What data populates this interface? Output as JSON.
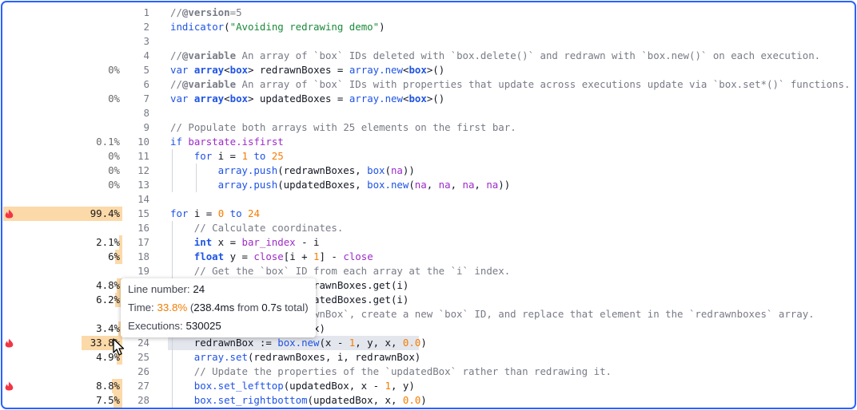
{
  "colors": {
    "frame_border": "#2962ff",
    "heat_bar": "#fcd9a8",
    "flame": "#f23645",
    "time_highlight": "#f57c00"
  },
  "icons": {
    "flame": "flame-icon",
    "cursor": "mouse-pointer-icon"
  },
  "lines": [
    {
      "n": "1",
      "pct": "",
      "indent": 0,
      "code": [
        [
          "cmt",
          "//"
        ],
        [
          "cmtb",
          "@version"
        ],
        [
          "cmt",
          "=5"
        ]
      ]
    },
    {
      "n": "2",
      "pct": "",
      "indent": 0,
      "code": [
        [
          "fn",
          "indicator"
        ],
        [
          "",
          "("
        ],
        [
          "str",
          "\"Avoiding redrawing demo\""
        ],
        [
          "",
          ")"
        ]
      ]
    },
    {
      "n": "3",
      "pct": "",
      "indent": 0,
      "code": []
    },
    {
      "n": "4",
      "pct": "",
      "indent": 0,
      "code": [
        [
          "cmt",
          "//"
        ],
        [
          "cmtb",
          "@variable"
        ],
        [
          "cmt",
          " An array of `box` IDs deleted with `box.delete()` and redrawn with `box.new()` on each execution."
        ]
      ]
    },
    {
      "n": "5",
      "pct": "0%",
      "indent": 0,
      "code": [
        [
          "kw",
          "var "
        ],
        [
          "type",
          "array"
        ],
        [
          "",
          "<"
        ],
        [
          "type",
          "box"
        ],
        [
          "",
          "> redrawnBoxes = "
        ],
        [
          "fn",
          "array.new"
        ],
        [
          "",
          "<"
        ],
        [
          "type",
          "box"
        ],
        [
          "",
          ">()"
        ]
      ]
    },
    {
      "n": "6",
      "pct": "",
      "indent": 0,
      "code": [
        [
          "cmt",
          "//"
        ],
        [
          "cmtb",
          "@variable"
        ],
        [
          "cmt",
          " An array of `box` IDs with properties that update across executions update via `box.set*()` functions."
        ]
      ]
    },
    {
      "n": "7",
      "pct": "0%",
      "indent": 0,
      "code": [
        [
          "kw",
          "var "
        ],
        [
          "type",
          "array"
        ],
        [
          "",
          "<"
        ],
        [
          "type",
          "box"
        ],
        [
          "",
          "> updatedBoxes = "
        ],
        [
          "fn",
          "array.new"
        ],
        [
          "",
          "<"
        ],
        [
          "type",
          "box"
        ],
        [
          "",
          ">()"
        ]
      ]
    },
    {
      "n": "8",
      "pct": "",
      "indent": 0,
      "code": []
    },
    {
      "n": "9",
      "pct": "",
      "indent": 0,
      "code": [
        [
          "cmt",
          "// Populate both arrays with 25 elements on the first bar."
        ]
      ]
    },
    {
      "n": "10",
      "pct": "0.1%",
      "indent": 0,
      "code": [
        [
          "kw",
          "if "
        ],
        [
          "var",
          "barstate.isfirst"
        ]
      ]
    },
    {
      "n": "11",
      "pct": "0%",
      "indent": 1,
      "code": [
        [
          "kw",
          "for "
        ],
        [
          "",
          "i = "
        ],
        [
          "num",
          "1"
        ],
        [
          "kw",
          " to "
        ],
        [
          "num",
          "25"
        ]
      ]
    },
    {
      "n": "12",
      "pct": "0%",
      "indent": 2,
      "code": [
        [
          "fn",
          "array.push"
        ],
        [
          "",
          "(redrawnBoxes, "
        ],
        [
          "fn",
          "box"
        ],
        [
          "",
          "("
        ],
        [
          "var",
          "na"
        ],
        [
          "",
          "))"
        ]
      ]
    },
    {
      "n": "13",
      "pct": "0%",
      "indent": 2,
      "code": [
        [
          "fn",
          "array.push"
        ],
        [
          "",
          "(updatedBoxes, "
        ],
        [
          "fn",
          "box.new"
        ],
        [
          "",
          "("
        ],
        [
          "var",
          "na"
        ],
        [
          "",
          ", "
        ],
        [
          "var",
          "na"
        ],
        [
          "",
          ", "
        ],
        [
          "var",
          "na"
        ],
        [
          "",
          ", "
        ],
        [
          "var",
          "na"
        ],
        [
          "",
          "))"
        ]
      ]
    },
    {
      "n": "14",
      "pct": "",
      "indent": 0,
      "code": []
    },
    {
      "n": "15",
      "pct": "99.4%",
      "heat": 0.994,
      "flame": true,
      "indent": 0,
      "code": [
        [
          "kw",
          "for "
        ],
        [
          "",
          "i = "
        ],
        [
          "num",
          "0"
        ],
        [
          "kw",
          " to "
        ],
        [
          "num",
          "24"
        ]
      ]
    },
    {
      "n": "16",
      "pct": "",
      "indent": 1,
      "code": [
        [
          "cmt",
          "// Calculate coordinates."
        ]
      ]
    },
    {
      "n": "17",
      "pct": "2.1%",
      "heat": 0.021,
      "indent": 1,
      "code": [
        [
          "type",
          "int"
        ],
        [
          "",
          " x = "
        ],
        [
          "var",
          "bar_index"
        ],
        [
          "",
          " - i"
        ]
      ]
    },
    {
      "n": "18",
      "pct": "6%",
      "heat": 0.06,
      "indent": 1,
      "code": [
        [
          "type",
          "float"
        ],
        [
          "",
          " y = "
        ],
        [
          "var",
          "close"
        ],
        [
          "",
          "[i + "
        ],
        [
          "num",
          "1"
        ],
        [
          "",
          "] - "
        ],
        [
          "var",
          "close"
        ]
      ]
    },
    {
      "n": "19",
      "pct": "",
      "indent": 1,
      "code": [
        [
          "cmt",
          "// Get the `box` ID from each array at the `i` index."
        ]
      ]
    },
    {
      "n": "20",
      "pct": "4.8%",
      "heat": 0.048,
      "indent": 1,
      "code": [
        [
          "",
          "box redrawnBox = redrawnBoxes.get(i)"
        ]
      ]
    },
    {
      "n": "21",
      "pct": "6.2%",
      "heat": 0.062,
      "indent": 1,
      "code": [
        [
          "",
          "box updatedBox = updatedBoxes.get(i)"
        ]
      ]
    },
    {
      "n": "22",
      "pct": "",
      "indent": 1,
      "code": [
        [
          "cmt",
          "// Delete the `redrawnBox`, create a new `box` ID, and replace that element in the `redrawnboxes` array."
        ]
      ]
    },
    {
      "n": "23",
      "pct": "3.4%",
      "heat": 0.034,
      "indent": 1,
      "code": [
        [
          "fn",
          "box.delete"
        ],
        [
          "",
          "(redrawnBox)"
        ]
      ]
    },
    {
      "n": "24",
      "pct": "33.8%",
      "heat": 0.338,
      "flame": true,
      "highlight": true,
      "indent": 1,
      "code": [
        [
          "",
          "redrawnBox := "
        ],
        [
          "fn",
          "box.new"
        ],
        [
          "",
          "(x - "
        ],
        [
          "num",
          "1"
        ],
        [
          "",
          ", y, x, "
        ],
        [
          "num",
          "0.0"
        ],
        [
          "",
          ")"
        ]
      ]
    },
    {
      "n": "25",
      "pct": "4.9%",
      "heat": 0.049,
      "indent": 1,
      "code": [
        [
          "fn",
          "array.set"
        ],
        [
          "",
          "(redrawnBoxes, i, redrawnBox)"
        ]
      ]
    },
    {
      "n": "26",
      "pct": "",
      "indent": 1,
      "code": [
        [
          "cmt",
          "// Update the properties of the `updatedBox` rather than redrawing it."
        ]
      ]
    },
    {
      "n": "27",
      "pct": "8.8%",
      "heat": 0.088,
      "flame": true,
      "indent": 1,
      "code": [
        [
          "fn",
          "box.set_lefttop"
        ],
        [
          "",
          "(updatedBox, x - "
        ],
        [
          "num",
          "1"
        ],
        [
          "",
          ", y)"
        ]
      ]
    },
    {
      "n": "28",
      "pct": "7.5%",
      "heat": 0.075,
      "indent": 1,
      "code": [
        [
          "fn",
          "box.set_rightbottom"
        ],
        [
          "",
          "(updatedBox, x, "
        ],
        [
          "num",
          "0.0"
        ],
        [
          "",
          ")"
        ]
      ]
    }
  ],
  "tooltip": {
    "line_label": "Line number: ",
    "line_value": "24",
    "time_label": "Time: ",
    "time_pct": "33.8%",
    "time_open": " (",
    "time_ms": "238.4ms",
    "time_from": " from ",
    "time_total": "0.7s",
    "time_close": " total)",
    "exec_label": "Executions: ",
    "exec_value": "530025"
  }
}
